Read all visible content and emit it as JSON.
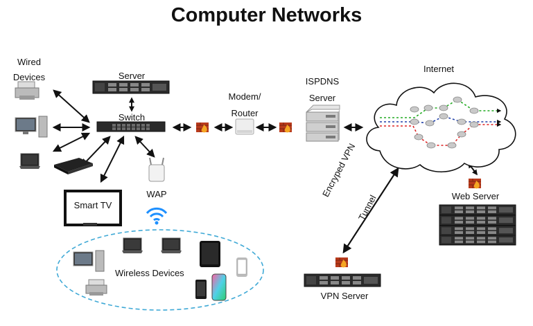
{
  "title": "Computer Networks",
  "labels": {
    "wired_devices_line1": "Wired",
    "wired_devices_line2": "Devices",
    "server": "Server",
    "switch": "Switch",
    "modem_line1": "Modem/",
    "modem_line2": "Router",
    "isp_line1": "ISPDNS",
    "isp_line2": "Server",
    "internet": "Internet",
    "web_server": "Web Server",
    "smart_tv": "Smart TV",
    "wap": "WAP",
    "wireless_devices": "Wireless Devices",
    "vpn_server": "VPN Server",
    "vpn_tunnel_line1": "Encryped VPN",
    "vpn_tunnel_line2": "Tunnel"
  },
  "icons": {
    "firewall": "firewall-icon",
    "server": "rack-server-icon",
    "switch": "network-switch-icon",
    "modem": "modem-router-icon",
    "wap": "wireless-access-point-icon",
    "wifi": "wifi-signal-icon",
    "cloud": "internet-cloud-icon"
  },
  "colors": {
    "firewall": "#c0392b",
    "wifi": "#1e90ff",
    "wireless_zone_border": "#3fa9d6",
    "route_green": "#22aa22",
    "route_blue": "#1f3fa8",
    "route_red": "#dd2222"
  }
}
